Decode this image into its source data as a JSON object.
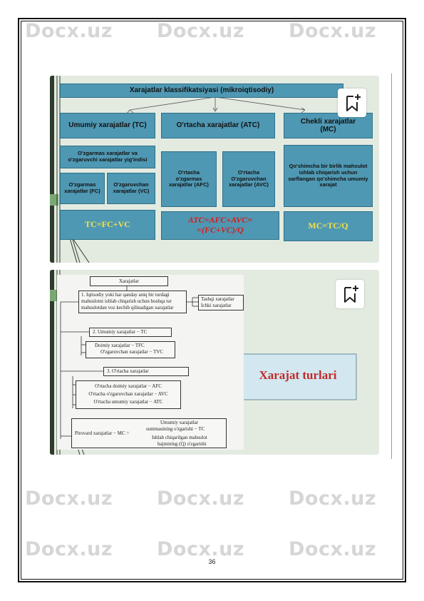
{
  "watermark": "Docx.uz",
  "slide1": {
    "title": "Xarajatlar klassifikatsiyasi (mikroiqtisodiy)",
    "total": {
      "header": "Umumiy xarajatlar (TC)",
      "sub": "O'zgarmas xarajatlar va o'zgaruvchi xarajatlar yig'indisi",
      "fixed": "O'zgarmas xarajatlar (FC)",
      "variable": "O'zgaruvchan xarajatlar (VC)",
      "formula": "TC=FC+VC"
    },
    "average": {
      "header": "O'rtacha xarajatlar (ATC)",
      "afc": "O'rtacha o'zgarmas xarajatlar (AFC)",
      "avc": "O'rtacha O'zgaruvchan xarajatlar (AVC)",
      "formula_1": "ATC=AFC+AVC=",
      "formula_2": "=(FC+VC)/Q"
    },
    "marginal": {
      "header": "Chekli xarajatlar (MC)",
      "desc": "Qo'shimcha bir birlik mahsulot ishlab chiqarish uchun sarflangan qo'shimcha umumiy xarajat",
      "formula": "MC=TC/Q"
    }
  },
  "slide2": {
    "root": "Xarajatlar",
    "item1": "1. Iqtisodiy yoki har qanday aniq bir turdagi mahsulotni ishlab chiqarish uchun boshqa tur mahsulotdan voz kechib qilinadigan xarajatlar",
    "item1_right": [
      "Tashqi xarajatlar",
      "Ichki xarajatlar"
    ],
    "item2": "2. Umumiy xarajatlar − TC",
    "item2_children": [
      "Doimiy xarajatlar − TFC",
      "O'zgaruvchan xarajatlar − TVC"
    ],
    "item3": "3. O'rtacha xarajatlar",
    "item3_children": [
      "O'rtacha doimiy xarajatlar − AFC",
      "O'rtacha o'zgaruvchan xarajatlar − AVC",
      "O'rtacha umumiy xarajatlar − ATC"
    ],
    "item4_label": "Pirovard xarajatlar − MC =",
    "item4_numerator": [
      "Umumiy xarajatlar",
      "summasining o'zgarishi − TC"
    ],
    "item4_denominator": [
      "Ishlab chiqarilgan mahsulot",
      "hajmining (Q) o'zgarishi"
    ],
    "banner": "Xarajat turlari"
  },
  "page_number": "36",
  "colors": {
    "box": "#4f98b3",
    "slide_bg": "#e3ebe1",
    "formula_yellow": "#f5e14a",
    "formula_red": "#d81c1c",
    "banner_bg": "#d2e7ef"
  },
  "icons": [
    "bookmark-add-icon",
    "bookmark-add-icon"
  ]
}
